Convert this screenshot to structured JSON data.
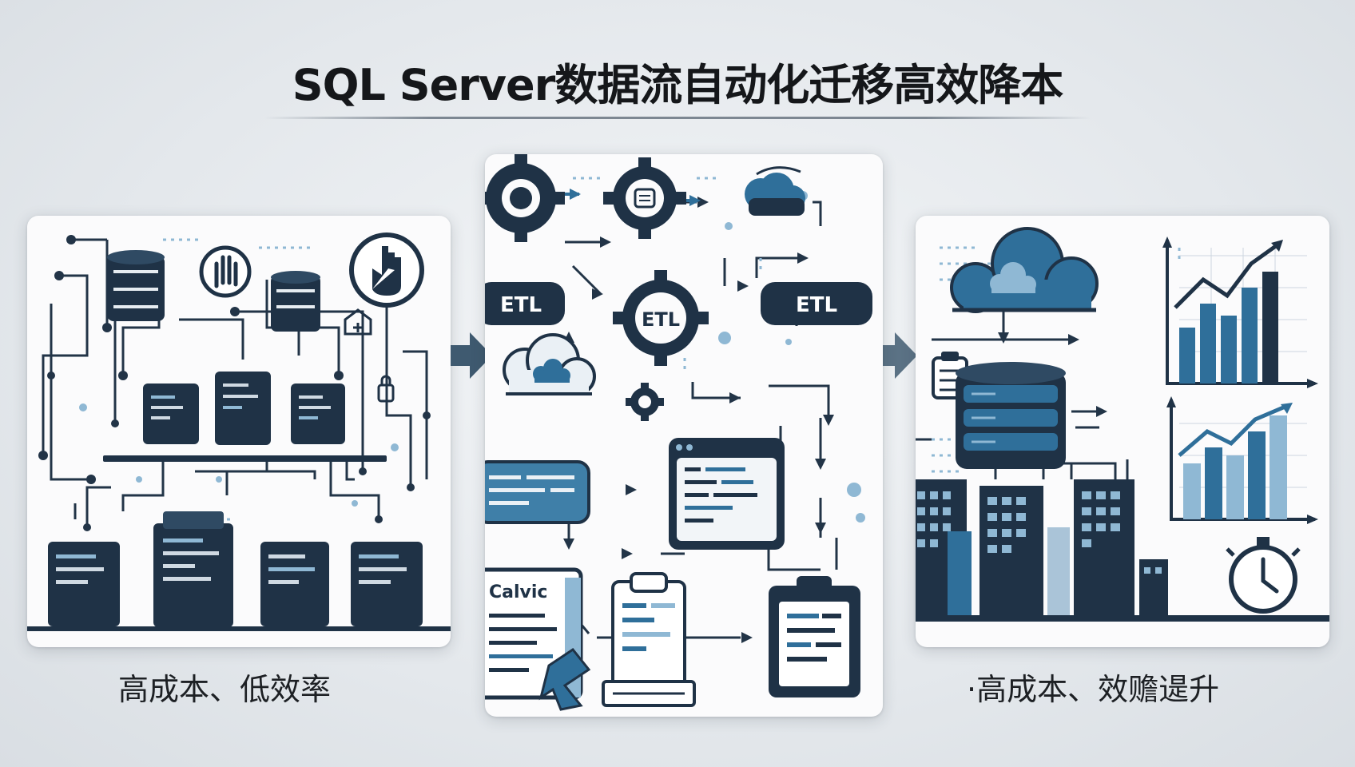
{
  "title": "SQL Server数据流自动化迁移高效降本",
  "left_panel": {
    "caption": "高成本、低效率"
  },
  "middle_panel": {
    "etl_labels": [
      "ETL",
      "ETL",
      "ETL"
    ],
    "document_label": "Calvic"
  },
  "right_panel": {
    "caption": "·高成本、效赡遈升"
  },
  "colors": {
    "dark_navy": "#1f3246",
    "steel_blue": "#2f6f9a",
    "light_blue": "#8fb8d4",
    "arrow_gray": "#3f5a70",
    "background": "#e7eaee"
  },
  "icons": [
    "database-icon",
    "server-icon",
    "hand-icon",
    "gear-icon",
    "cloud-icon",
    "document-icon",
    "clipboard-icon",
    "bar-chart-icon",
    "building-icon",
    "stopwatch-icon"
  ]
}
